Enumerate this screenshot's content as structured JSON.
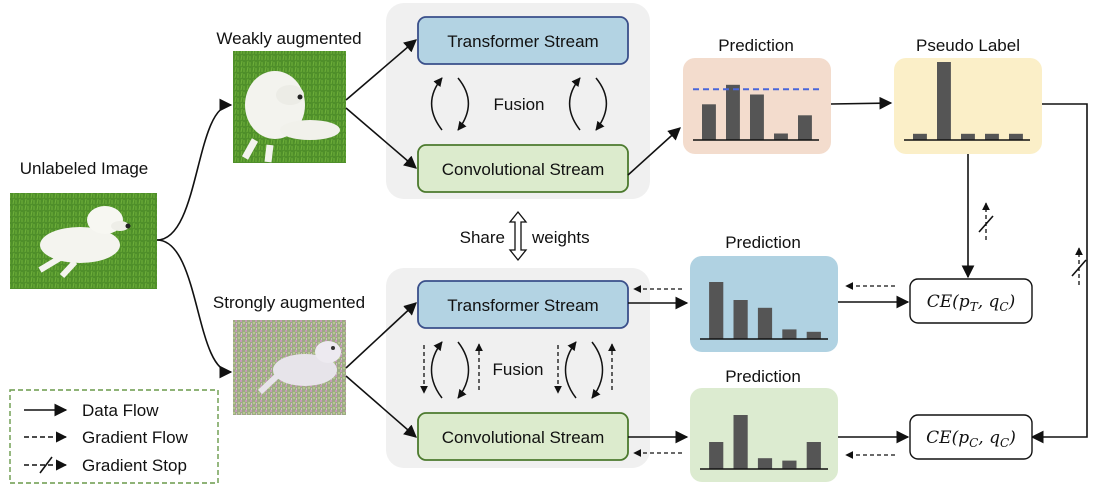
{
  "labels": {
    "unlabeled": "Unlabeled Image",
    "weak": "Weakly augmented",
    "strong": "Strongly augmented",
    "share": "Share",
    "weights": "weights",
    "fusion_top": "Fusion",
    "fusion_bottom": "Fusion",
    "pseudo_label": "Pseudo Label",
    "prediction_top": "Prediction",
    "prediction_mid": "Prediction",
    "prediction_bottom": "Prediction"
  },
  "streams": {
    "top_transformer": "Transformer Stream",
    "top_conv": "Convolutional Stream",
    "bottom_transformer": "Transformer Stream",
    "bottom_conv": "Convolutional Stream"
  },
  "loss": {
    "ce_t": {
      "main": "CE(p",
      "s1": "T",
      "mid": ", q",
      "s2": "C",
      "end": ")"
    },
    "ce_c": {
      "main": "CE(p",
      "s1": "C",
      "mid": ", q",
      "s2": "C",
      "end": ")"
    }
  },
  "legend": {
    "data_flow": "Data Flow",
    "gradient_flow": "Gradient Flow",
    "gradient_stop": "Gradient Stop"
  },
  "colors": {
    "transformer": "#b3d3e3",
    "convolutional": "#dcebcd",
    "prediction_top_bg": "#f3dccd",
    "pseudo_bg": "#fbefc8",
    "prediction_mid_bg": "#b0d2e2",
    "prediction_bottom_bg": "#dcebd0",
    "panel": "#f0f0f0",
    "bar": "#555555",
    "threshold": "#4a66d9"
  },
  "charts": {
    "prediction_top": {
      "values": [
        0.55,
        0.85,
        0.7,
        0.1,
        0.38
      ],
      "threshold": 0.78
    },
    "pseudo_label": {
      "values": [
        0.08,
        1.0,
        0.08,
        0.08,
        0.08
      ]
    },
    "prediction_mid": {
      "values": [
        0.95,
        0.65,
        0.52,
        0.16,
        0.12
      ]
    },
    "prediction_bottom": {
      "values": [
        0.45,
        0.9,
        0.18,
        0.14,
        0.45
      ]
    }
  }
}
